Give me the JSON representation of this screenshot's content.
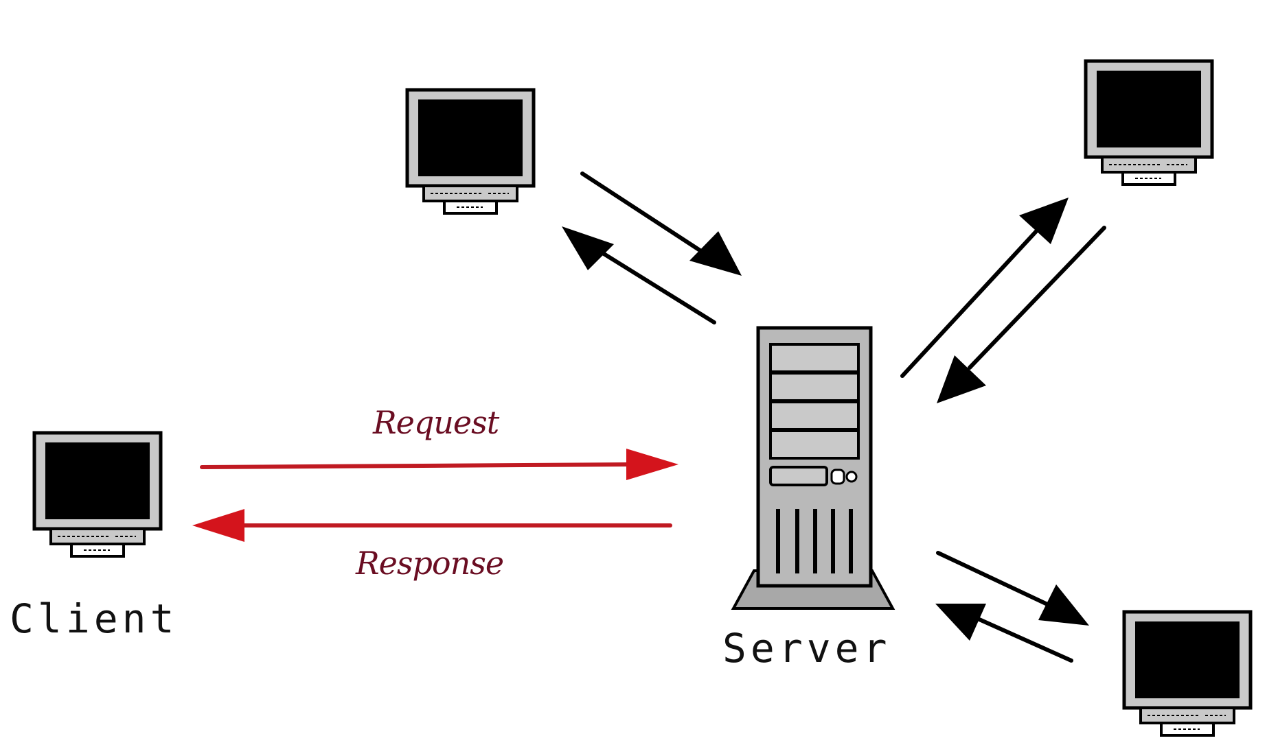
{
  "labels": {
    "client": "Client",
    "server": "Server",
    "request": "Request",
    "response": "Response"
  },
  "colors": {
    "request_response_arrows": "#d4141c",
    "request_response_text": "#6a0d22",
    "other_arrows": "#000000",
    "device_gray": "#c9c9c9"
  },
  "icons": [
    "monitor-icon",
    "server-tower-icon"
  ]
}
